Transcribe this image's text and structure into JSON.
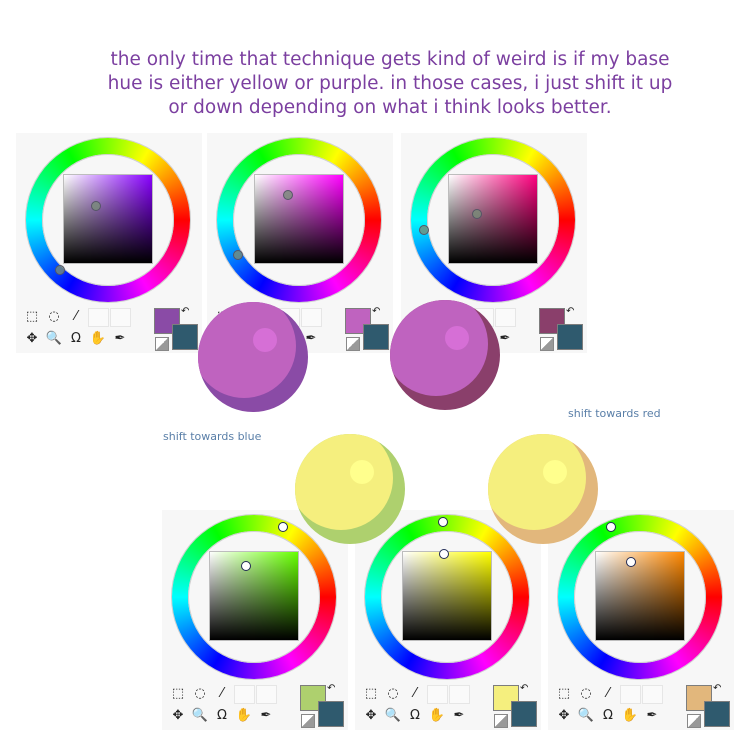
{
  "caption": {
    "line1": "the only time that technique gets kind of weird is if my base",
    "line2": "hue is either yellow or purple.  in those cases, i just shift it up",
    "line3": "or down depending on what i think looks better."
  },
  "notes": {
    "blue": "shift towards blue",
    "red": "shift towards red"
  },
  "panels": [
    {
      "hue_color": "#8800ff",
      "fg_color": "#8a4ba6"
    },
    {
      "hue_color": "#ff00ff",
      "fg_color": "#bf63bf"
    },
    {
      "hue_color": "#ff007f",
      "fg_color": "#8a3f6b"
    },
    {
      "hue_color": "#66ff00",
      "fg_color": "#aed06e"
    },
    {
      "hue_color": "#ffff00",
      "fg_color": "#f5ef7e"
    },
    {
      "hue_color": "#ff8800",
      "fg_color": "#e2b77c"
    }
  ],
  "balls": [
    {
      "shadow": "#8a4ba6",
      "light": "#bf63bf"
    },
    {
      "shadow": "#8a3f6b",
      "light": "#bf63bf"
    },
    {
      "shadow": "#aed06e",
      "light": "#f5ef7e"
    },
    {
      "shadow": "#e2b77c",
      "light": "#f5ef7e"
    }
  ],
  "tools": {
    "row1": [
      "⬚",
      "◌",
      "⁄",
      "",
      ""
    ],
    "row2": [
      "✥",
      "🔍",
      "Ω",
      "✋",
      "✒"
    ],
    "swap": "↶"
  }
}
